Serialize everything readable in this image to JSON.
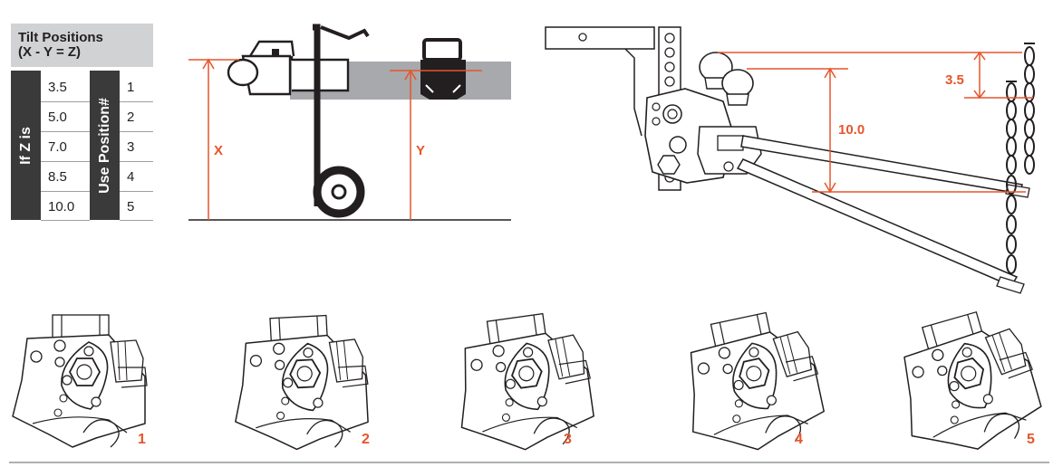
{
  "table": {
    "title_line1": "Tilt Positions",
    "title_line2": "(X - Y = Z)",
    "if_z_is": "If Z is",
    "use_position": "Use Position#",
    "rows": [
      {
        "z": "3.5",
        "pos": "1"
      },
      {
        "z": "5.0",
        "pos": "2"
      },
      {
        "z": "7.0",
        "pos": "3"
      },
      {
        "z": "8.5",
        "pos": "4"
      },
      {
        "z": "10.0",
        "pos": "5"
      }
    ]
  },
  "measure_diagram": {
    "x_label": "X",
    "y_label": "Y"
  },
  "hitch_diagram": {
    "small_rise": "3.5",
    "large_rise": "10.0"
  },
  "positions": [
    "1",
    "2",
    "3",
    "4",
    "5"
  ],
  "colors": {
    "accent": "#e8542b",
    "dark": "#3a3a3b",
    "header_gray": "#d1d2d4",
    "trailer_gray": "#a7a9ac"
  }
}
